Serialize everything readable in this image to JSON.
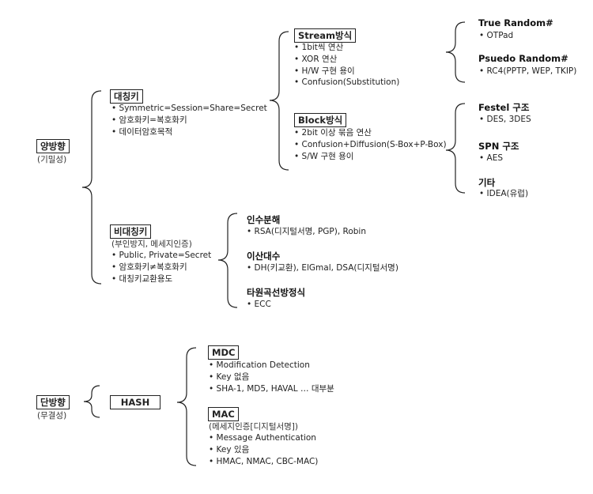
{
  "bidirectional": {
    "label": "양방향",
    "sub": "(기밀성)",
    "symmetric": {
      "label": "대칭키",
      "items": [
        "Symmetric=Session=Share=Secret",
        "암호화키=복호화키",
        "데이터암호목적"
      ],
      "stream": {
        "label": "Stream방식",
        "items": [
          "1bit씩 연산",
          "XOR 연산",
          "H/W 구현 용이",
          "Confusion(Substitution)"
        ],
        "true_random": {
          "label": "True Random#",
          "items": [
            "OTPad"
          ]
        },
        "pseudo_random": {
          "label": "Psuedo Random#",
          "items": [
            "RC4(PPTP, WEP, TKIP)"
          ]
        }
      },
      "block": {
        "label": "Block방식",
        "items": [
          "2bit 이상 묶음 연산",
          "Confusion+Diffusion(S-Box+P-Box)",
          "S/W 구현 용이"
        ],
        "festel": {
          "label": "Festel 구조",
          "items": [
            "DES, 3DES"
          ]
        },
        "spn": {
          "label": "SPN 구조",
          "items": [
            "AES"
          ]
        },
        "etc": {
          "label": "기타",
          "items": [
            "IDEA(유럽)"
          ]
        }
      }
    },
    "asymmetric": {
      "label": "비대칭키",
      "sub": "(부인방지, 메세지인증)",
      "items": [
        "Public, Private=Secret",
        "암호화키≠복호화키",
        "대칭키교환용도"
      ],
      "factorization": {
        "label": "인수분해",
        "items": [
          "RSA(디지털서명, PGP), Robin"
        ]
      },
      "discrete_log": {
        "label": "이산대수",
        "items": [
          "DH(키교환), ElGmal, DSA(디지털서명)"
        ]
      },
      "ecc": {
        "label": "타원곡선방정식",
        "items": [
          "ECC"
        ]
      }
    }
  },
  "unidirectional": {
    "label": "단방향",
    "sub": "(무결성)",
    "hash": {
      "label": "HASH",
      "mdc": {
        "label": "MDC",
        "items": [
          "Modification Detection",
          "Key 없음",
          "SHA-1, MD5, HAVAL … 대부분"
        ]
      },
      "mac": {
        "label": "MAC",
        "sub": "(메세지인증[디지털서명])",
        "items": [
          "Message Authentication",
          "Key 있음",
          "HMAC, NMAC, CBC-MAC)"
        ]
      }
    }
  }
}
